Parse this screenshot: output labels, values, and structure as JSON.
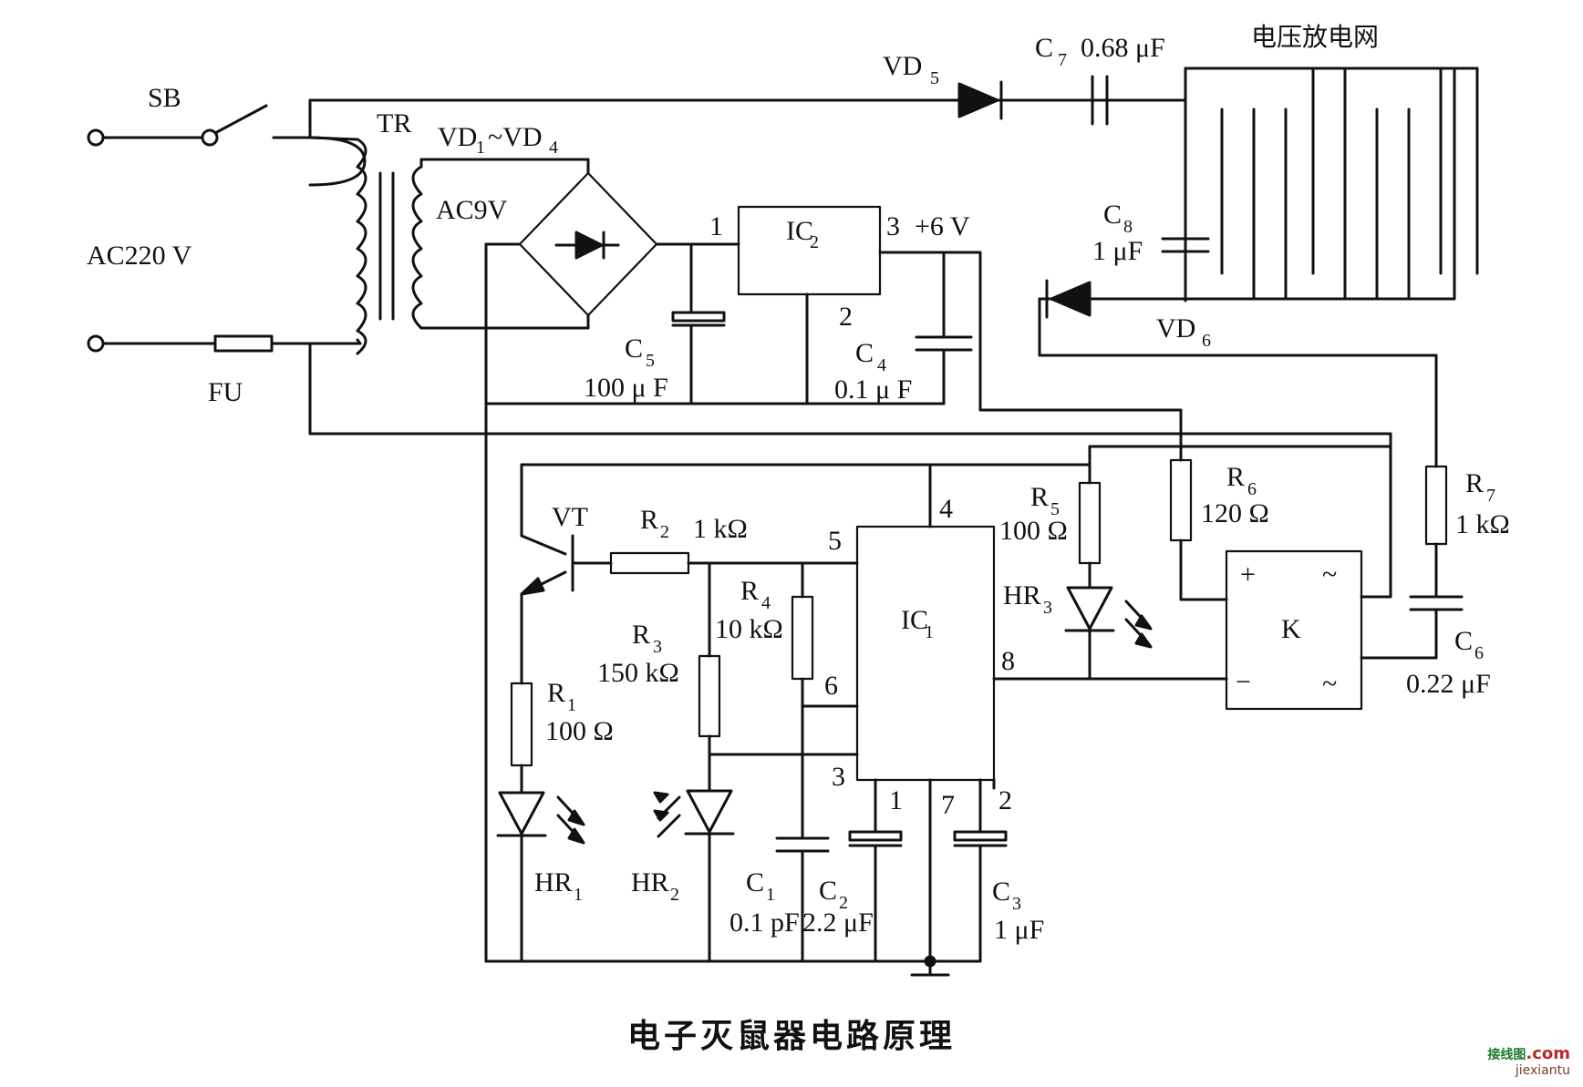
{
  "caption": "电子灭鼠器电路原理",
  "network_label": "电压放电网",
  "labels": {
    "sb": "SB",
    "tr": "TR",
    "ac220": "AC220 V",
    "fu": "FU",
    "vd1_4_a": "VD",
    "vd1_4_a_sub": "1",
    "vd1_4_b": "~VD",
    "vd1_4_b_sub": "4",
    "ac9v": "AC9V",
    "vd5": "VD",
    "vd5_sub": "5",
    "c7": "C",
    "c7_sub": "7",
    "c7_val": "0.68 μF",
    "c8": "C",
    "c8_sub": "8",
    "c8_val": "1 μF",
    "vd6": "VD",
    "vd6_sub": "6",
    "ic2": "IC",
    "ic2_sub": "2",
    "ic2_pin1": "1",
    "ic2_pin2": "2",
    "ic2_pin3": "3",
    "plus6v": "+6 V",
    "c5": "C",
    "c5_sub": "5",
    "c5_val": "100 μ F",
    "c4": "C",
    "c4_sub": "4",
    "c4_val": "0.1 μ F",
    "vt": "VT",
    "r2": "R",
    "r2_sub": "2",
    "r2_val": "1 kΩ",
    "r1": "R",
    "r1_sub": "1",
    "r1_val": "100 Ω",
    "r3": "R",
    "r3_sub": "3",
    "r3_val": "150 kΩ",
    "r4": "R",
    "r4_sub": "4",
    "r4_val": "10 kΩ",
    "ic1": "IC",
    "ic1_sub": "1",
    "ic1_pin4": "4",
    "ic1_pin5": "5",
    "ic1_pin6": "6",
    "ic1_pin3": "3",
    "ic1_pin8": "8",
    "ic1_pin1": "1",
    "ic1_pin7": "7",
    "ic1_pin2": "2",
    "r5": "R",
    "r5_sub": "5",
    "r5_val": "100 Ω",
    "r6": "R",
    "r6_sub": "6",
    "r6_val": "120 Ω",
    "r7": "R",
    "r7_sub": "7",
    "r7_val": "1 kΩ",
    "hr3": "HR",
    "hr3_sub": "3",
    "k": "K",
    "k_plus": "+",
    "k_minus": "−",
    "k_tilde1": "~",
    "k_tilde2": "~",
    "c6": "C",
    "c6_sub": "6",
    "c6_val": "0.22 μF",
    "hr1": "HR",
    "hr1_sub": "1",
    "hr2": "HR",
    "hr2_sub": "2",
    "c1": "C",
    "c1_sub": "1",
    "c1_val": "0.1 pF",
    "c2": "C",
    "c2_sub": "2",
    "c2_val": "2.2 μF",
    "c3": "C",
    "c3_sub": "3",
    "c3_val": "1 μF"
  },
  "watermark": {
    "brand": "接线图",
    "com": ".com",
    "domain": "jiexiantu"
  }
}
